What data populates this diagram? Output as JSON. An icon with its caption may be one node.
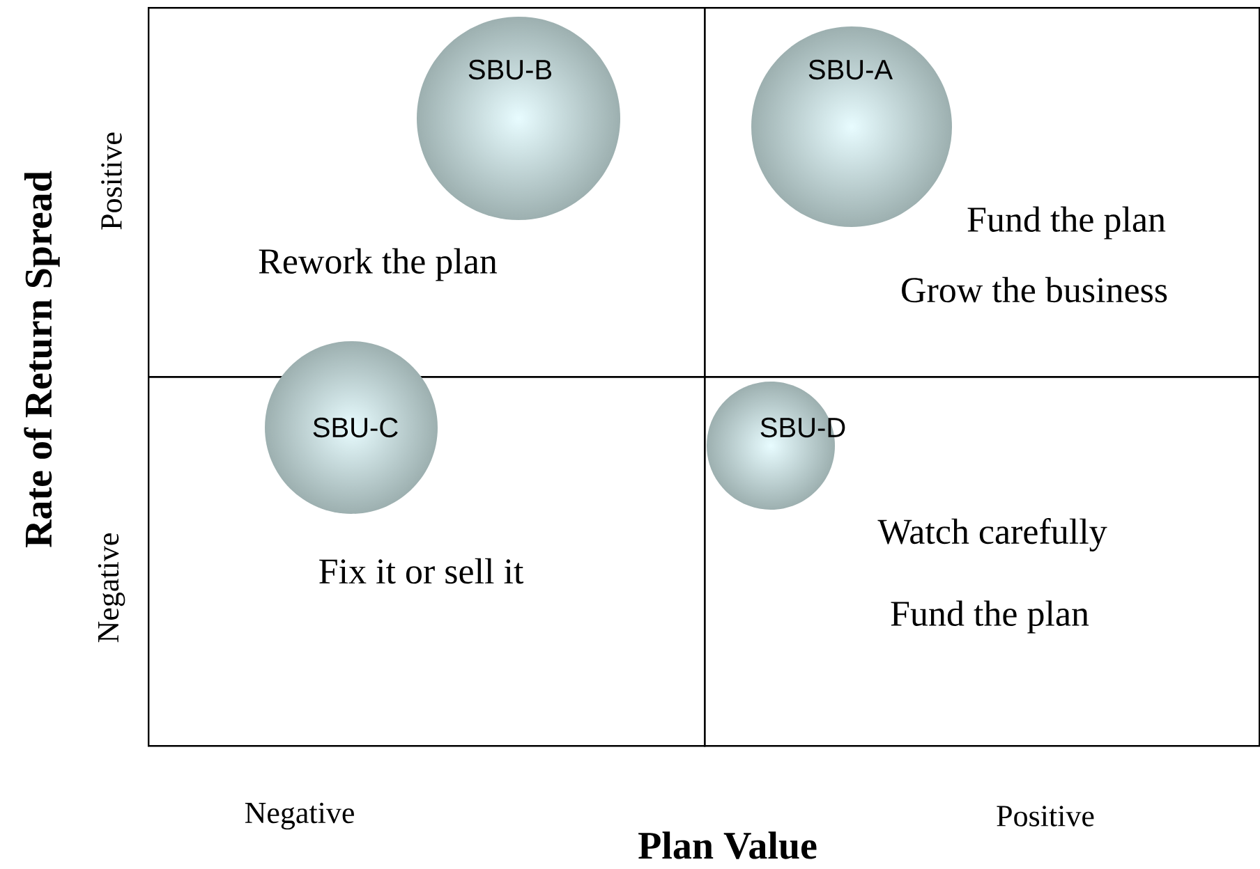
{
  "diagram": {
    "nodes": [
      {
        "text": [
          "Rework the plan"
        ]
      },
      {
        "text": [
          "SBU-B"
        ],
        "in": 0
      },
      {
        "text": [
          "Fund the plan",
          "Grow the business"
        ]
      },
      {
        "text": [
          "SBU-A"
        ],
        "in": 2
      },
      {
        "text": [
          "Fix it or sell it"
        ]
      },
      {
        "text": [
          "SBU-C"
        ],
        "in": 4
      },
      {
        "text": [
          "Watch carefully",
          "Fund the plan"
        ]
      },
      {
        "text": [
          "SBU-D"
        ],
        "in": 6
      }
    ],
    "labels": [
      "Rate of Return Spread",
      "Positive",
      "Negative",
      "Negative",
      "Plan Value",
      "Positive"
    ]
  }
}
